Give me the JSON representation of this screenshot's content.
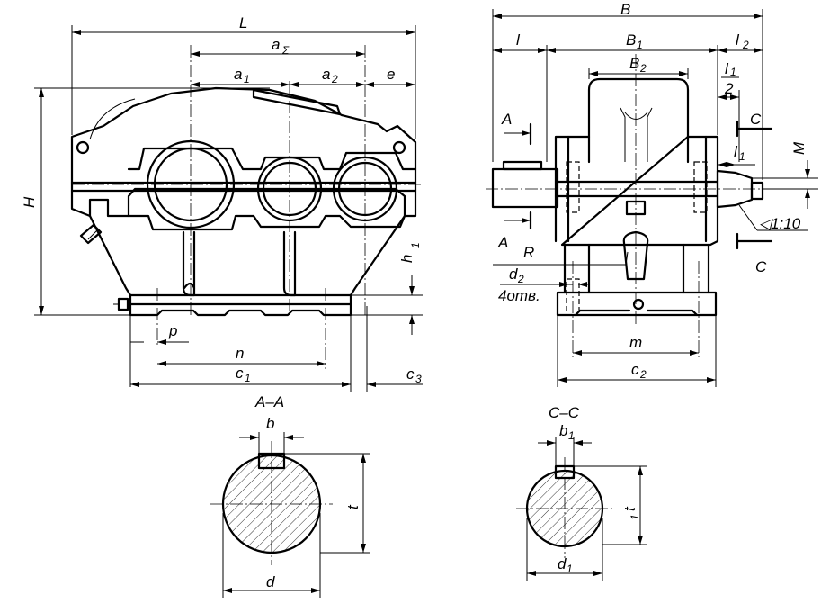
{
  "labels": {
    "L": "L",
    "a_sigma": "a",
    "a_sigma_sub": "Σ",
    "a1": "a",
    "a1_sub": "1",
    "a2": "a",
    "a2_sub": "2",
    "e": "e",
    "H": "H",
    "h1": "h",
    "h1_sub": "1",
    "p": "p",
    "n": "n",
    "c1": "c",
    "c1_sub": "1",
    "c3": "c",
    "c3_sub": "3",
    "B": "B",
    "l": "l",
    "B1": "B",
    "B1_sub": "1",
    "B2": "B",
    "B2_sub": "2",
    "l2": "l",
    "l2_sub": "2",
    "l_half_num": "l",
    "l_half_num_sub": "1",
    "l_half_den": "2",
    "C_top": "C",
    "M": "M",
    "l1": "l",
    "l1_sub": "1",
    "A_top": "A",
    "A_bottom": "A",
    "taper": "◁1:10",
    "C_bottom": "C",
    "R": "R",
    "d2": "d",
    "d2_sub": "2",
    "holes": "4отв.",
    "m": "m",
    "c2": "c",
    "c2_sub": "2",
    "section_AA": "A–A",
    "b": "b",
    "t": "t",
    "d": "d",
    "section_CC": "C–C",
    "b1": "b",
    "b1_sub": "1",
    "t1": "t",
    "t1_sub": "1",
    "d1": "d",
    "d1_sub": "1"
  }
}
